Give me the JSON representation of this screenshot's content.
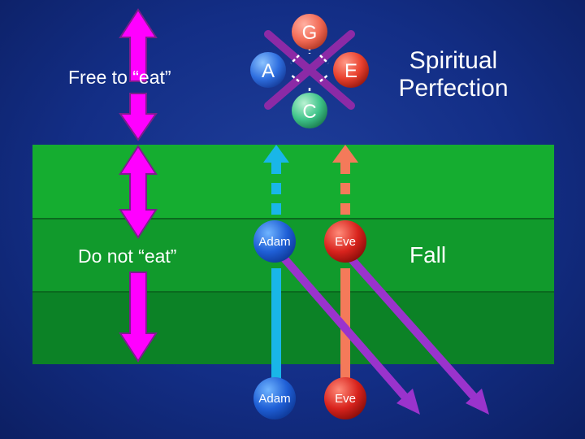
{
  "labels": {
    "free_to_eat": "Free to “eat”",
    "do_not_eat": "Do not “eat”",
    "spiritual_perfection": "Spiritual\nPerfection",
    "fall": "Fall"
  },
  "top_circles": {
    "g": "G",
    "a": "A",
    "e": "E",
    "c": "C"
  },
  "growth_circles": {
    "adam": "Adam",
    "eve": "Eve"
  },
  "fallen_circles": {
    "adam": "Adam",
    "eve": "Eve"
  },
  "colors": {
    "background": "#132e86",
    "green_band_top": "#14a82f",
    "green_band_mid": "#10922a",
    "green_band_bottom": "#0b7a24",
    "magenta_arrow": "#ff00ff",
    "cyan_arrow": "#19b6e8",
    "salmon_arrow": "#f47a5a",
    "purple_arrow": "#9a33cc",
    "adam_circle": "#1f5fd6",
    "eve_circle": "#d8231d",
    "g_circle": "#f26a55",
    "a_circle": "#2f6fe0",
    "e_circle": "#e8402d",
    "c_circle": "#3fc48a"
  }
}
